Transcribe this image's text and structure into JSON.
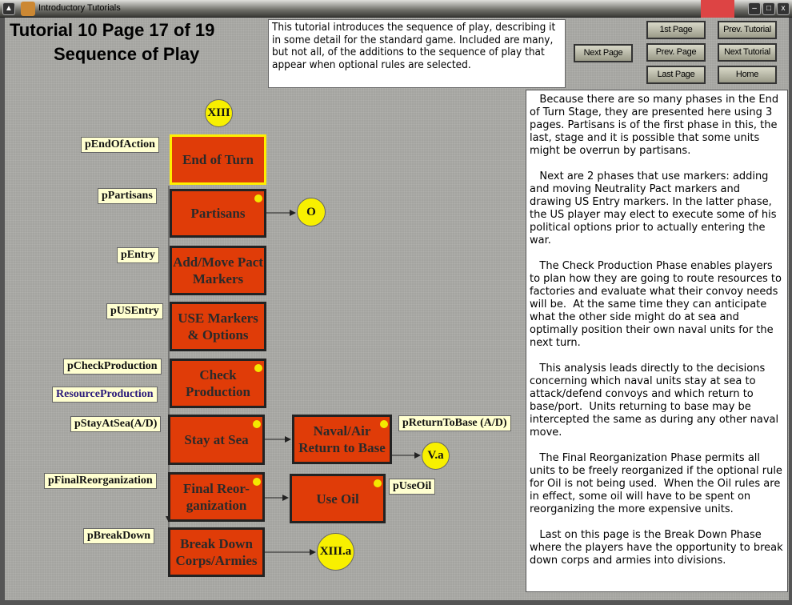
{
  "window": {
    "title": "Introductory Tutorials"
  },
  "header": {
    "line1": "Tutorial 10   Page 17 of 19",
    "line2": "Sequence of Play"
  },
  "description": "This tutorial introduces the sequence of play, describing it in some detail for the standard game. Included are many, but not all, of the additions to the sequence of play that appear when optional rules are selected.",
  "nav": {
    "next_page": "Next Page",
    "first_page": "1st Page",
    "prev_tutorial": "Prev. Tutorial",
    "prev_page": "Prev. Page",
    "next_tutorial": "Next Tutorial",
    "last_page": "Last Page",
    "home": "Home"
  },
  "diagram": {
    "circles": {
      "top": "XIII",
      "partisans_out": "O",
      "return_out": "V.a",
      "end_out": "XIII.a"
    },
    "boxes": {
      "end_of_turn": "End of Turn",
      "partisans": "Partisans",
      "add_move": "Add/Move Pact Markers",
      "use_markers": "USE Markers & Options",
      "check_production": "Check Production",
      "stay_at_sea": "Stay at Sea",
      "naval_air": "Naval/Air Return to Base",
      "final_reorg": "Final Reor-ganization",
      "use_oil": "Use Oil",
      "break_down": "Break Down Corps/Armies"
    },
    "labels": {
      "end_of_action": "pEndOfAction",
      "partisans": "pPartisans",
      "entry": "pEntry",
      "us_entry": "pUSEntry",
      "check_production": "pCheckProduction",
      "resource_production": "ResourceProduction",
      "stay_at_sea": "pStayAtSea(A/D)",
      "return_to_base": "pReturnToBase (A/D)",
      "final_reorg": "pFinalReorganization",
      "use_oil": "pUseOil",
      "break_down": "pBreakDown"
    }
  },
  "explanation": "   Because there are so many phases in the End of Turn Stage, they are presented here using 3 pages. Partisans is of the first phase in this, the last, stage and it is possible that some units might be overrun by partisans.\n\n   Next are 2 phases that use markers: adding and moving Neutrality Pact markers and drawing US Entry markers. In the latter phase, the US player may elect to execute some of his political options prior to actually entering the war.\n\n   The Check Production Phase enables players to plan how they are going to route resources to factories and evaluate what their convoy needs will be.  At the same time they can anticipate what the other side might do at sea and optimally position their own naval units for the next turn.\n\n   This analysis leads directly to the decisions concerning which naval units stay at sea to attack/defend convoys and which return to base/port.  Units returning to base may be intercepted the same as during any other naval move.\n\n   The Final Reorganization Phase permits all units to be freely reorganized if the optional rule for Oil is not being used.  When the Oil rules are in effect, some oil will have to be spent on reorganizing the more expensive units.\n\n   Last on this page is the Break Down Phase where the players have the opportunity to break down corps and armies into divisions."
}
